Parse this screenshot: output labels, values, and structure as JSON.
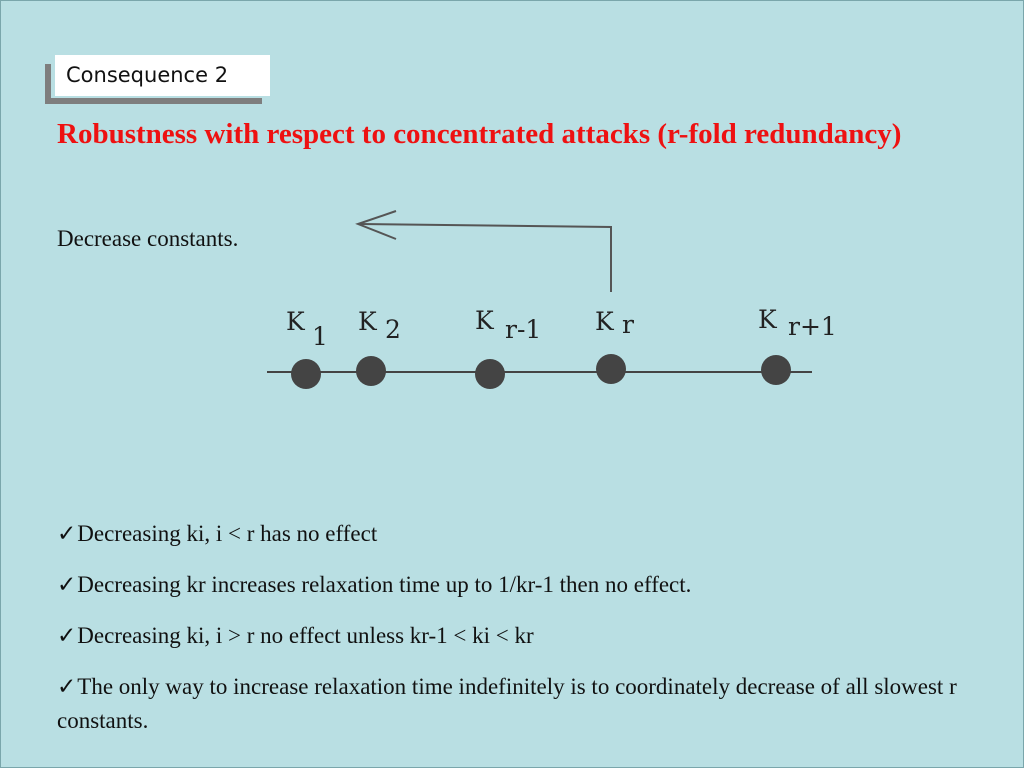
{
  "tag": {
    "label": "Consequence 2"
  },
  "title": "Robustness with respect to concentrated attacks (r-fold redundancy)",
  "subtitle": "Decrease constants.",
  "diagram": {
    "nodes": [
      {
        "k": "K",
        "sub": "1"
      },
      {
        "k": "K",
        "sub": "2"
      },
      {
        "k": "K",
        "sub": "r-1"
      },
      {
        "k": "K",
        "sub": "r"
      },
      {
        "k": "K",
        "sub": "r+1"
      }
    ]
  },
  "bullets": [
    {
      "check": "✓",
      "text": "Decreasing ki, i < r has no effect"
    },
    {
      "check": "✓",
      "text": "Decreasing kr increases relaxation time up to 1/kr-1 then no effect."
    },
    {
      "check": "✓",
      "text": "Decreasing ki, i > r no effect unless kr-1 < ki < kr"
    },
    {
      "check": "✓",
      "text": "The only way to increase relaxation time indefinitely is to coordinately decrease of all slowest r constants."
    }
  ]
}
